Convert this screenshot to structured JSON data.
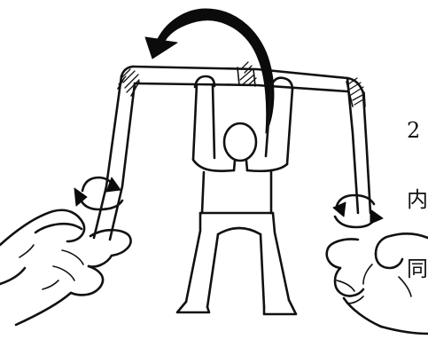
{
  "illustration": {
    "side_text_lines": [
      "2",
      "内",
      "同"
    ]
  }
}
